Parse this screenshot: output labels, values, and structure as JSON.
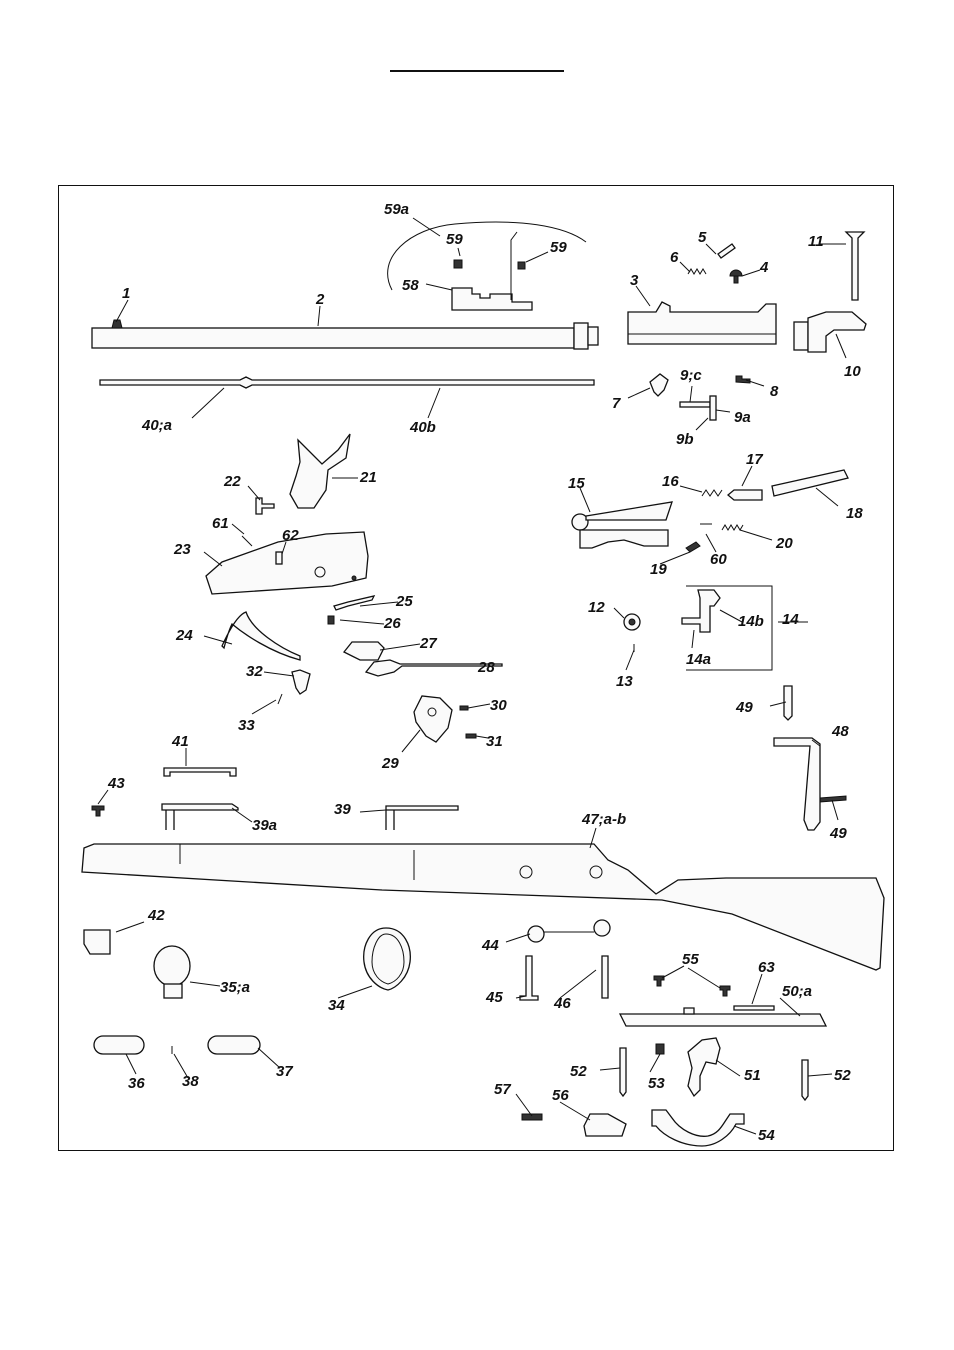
{
  "labels": {
    "l1": "1",
    "l2": "2",
    "l3": "3",
    "l4": "4",
    "l5": "5",
    "l6": "6",
    "l7": "7",
    "l8": "8",
    "l9c": "9;c",
    "l9a": "9a",
    "l9b": "9b",
    "l10": "10",
    "l11": "11",
    "l12": "12",
    "l13": "13",
    "l14": "14",
    "l14a": "14a",
    "l14b": "14b",
    "l15": "15",
    "l16": "16",
    "l17": "17",
    "l18": "18",
    "l19": "19",
    "l20": "20",
    "l21": "21",
    "l22": "22",
    "l23": "23",
    "l24": "24",
    "l25": "25",
    "l26": "26",
    "l27": "27",
    "l28": "28",
    "l29": "29",
    "l30": "30",
    "l31": "31",
    "l32": "32",
    "l33": "33",
    "l34": "34",
    "l35a": "35;a",
    "l36": "36",
    "l37": "37",
    "l38": "38",
    "l39": "39",
    "l39a": "39a",
    "l40a": "40;a",
    "l40b": "40b",
    "l41": "41",
    "l42": "42",
    "l43": "43",
    "l44": "44",
    "l45": "45",
    "l46": "46",
    "l47ab": "47;a-b",
    "l48": "48",
    "l49a": "49",
    "l49b": "49",
    "l50a": "50;a",
    "l51": "51",
    "l52a": "52",
    "l52b": "52",
    "l53": "53",
    "l54": "54",
    "l55": "55",
    "l56": "56",
    "l57": "57",
    "l58": "58",
    "l59l": "59",
    "l59r": "59",
    "l59a": "59a",
    "l60": "60",
    "l61": "61",
    "l62": "62",
    "l63": "63"
  }
}
